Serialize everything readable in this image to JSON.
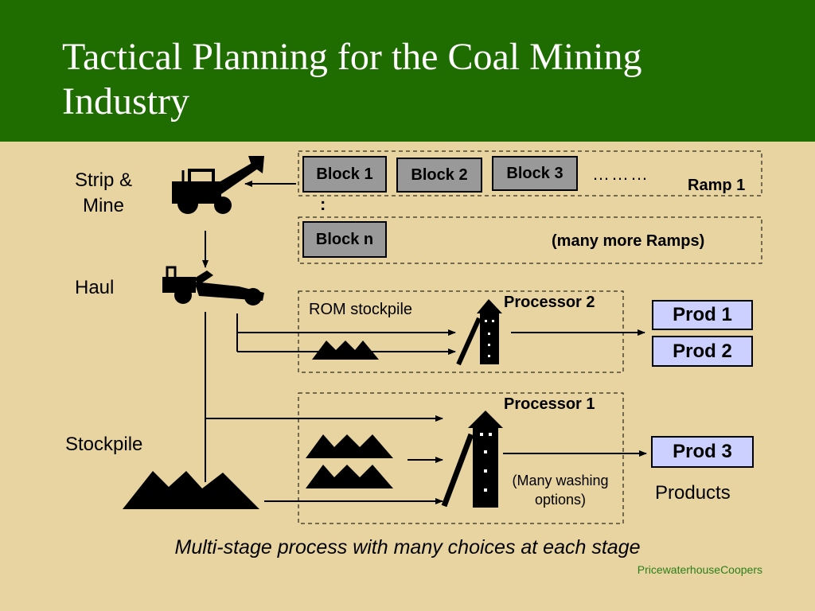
{
  "title": "Tactical Planning for the Coal Mining Industry",
  "stages": {
    "strip_mine": "Strip &\nMine",
    "haul": "Haul",
    "stockpile": "Stockpile"
  },
  "blocks": {
    "block1": "Block 1",
    "block2": "Block 2",
    "block3": "Block 3",
    "blockn": "Block n",
    "ellipsis": "………",
    "vertical_ellipsis": ":",
    "ramp1": "Ramp 1",
    "many_ramps": "(many  more Ramps)"
  },
  "processing": {
    "rom_stockpile": "ROM stockpile",
    "processor2": "Processor 2",
    "processor1": "Processor 1",
    "washing_options": "(Many washing\noptions)"
  },
  "products": {
    "prod1": "Prod 1",
    "prod2": "Prod 2",
    "prod3": "Prod 3",
    "label": "Products"
  },
  "caption": "Multi-stage process with many choices at each stage",
  "brand": "PricewaterhouseCoopers"
}
